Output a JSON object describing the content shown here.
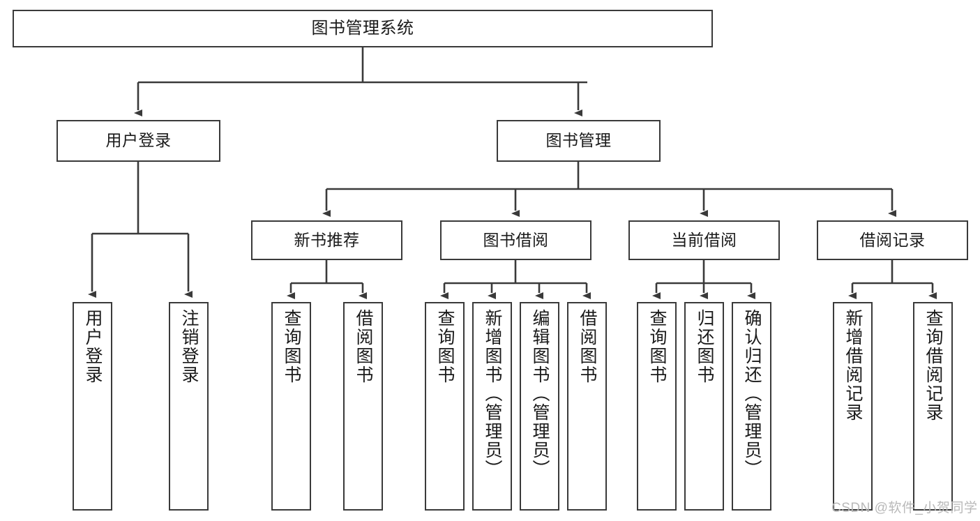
{
  "diagram": {
    "title": "图书管理系统",
    "type": "tree-hierarchy-chart",
    "orientation": "top-down",
    "colors": {
      "box_border": "#3a3a3a",
      "box_fill": "#ffffff",
      "edge": "#3a3a3a",
      "text": "#1a1a1a",
      "watermark": "#b9b9b9",
      "background": "#ffffff"
    },
    "nodes": {
      "root": {
        "label": "图书管理系统"
      },
      "level1": [
        {
          "id": "user-login",
          "label": "用户登录"
        },
        {
          "id": "book-management",
          "label": "图书管理"
        }
      ],
      "level2": [
        {
          "id": "new-book-recommend",
          "label": "新书推荐"
        },
        {
          "id": "book-borrow",
          "label": "图书借阅"
        },
        {
          "id": "current-borrow",
          "label": "当前借阅"
        },
        {
          "id": "borrow-record",
          "label": "借阅记录"
        }
      ],
      "leaves": {
        "user-login": [
          {
            "id": "leaf-user-login",
            "label": "用户登录"
          },
          {
            "id": "leaf-logout-login",
            "label": "注销登录"
          }
        ],
        "new-book-recommend": [
          {
            "id": "leaf-query-book-1",
            "label": "查询图书"
          },
          {
            "id": "leaf-borrow-book-1",
            "label": "借阅图书"
          }
        ],
        "book-borrow": [
          {
            "id": "leaf-query-book-2",
            "label": "查询图书"
          },
          {
            "id": "leaf-add-book",
            "label": "新增图书（管理员）"
          },
          {
            "id": "leaf-edit-book",
            "label": "编辑图书（管理员）"
          },
          {
            "id": "leaf-borrow-book-2",
            "label": "借阅图书"
          }
        ],
        "current-borrow": [
          {
            "id": "leaf-query-book-3",
            "label": "查询图书"
          },
          {
            "id": "leaf-return-book",
            "label": "归还图书"
          },
          {
            "id": "leaf-confirm-return",
            "label": "确认归还（管理员）"
          }
        ],
        "borrow-record": [
          {
            "id": "leaf-add-record",
            "label": "新增借阅记录"
          },
          {
            "id": "leaf-query-record",
            "label": "查询借阅记录"
          }
        ]
      }
    },
    "watermark": "CSDN @软件_小贺同学"
  }
}
